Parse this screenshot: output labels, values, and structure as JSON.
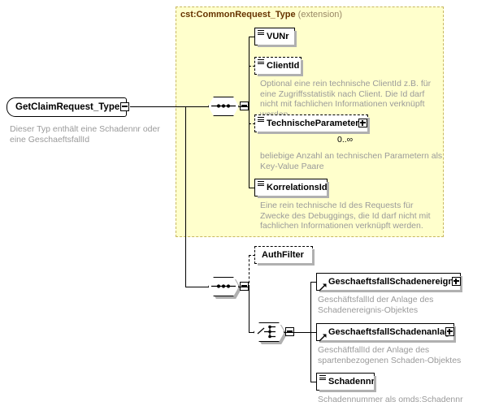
{
  "diagram": {
    "kind": "xsd-schema-diagram",
    "root": {
      "name": "GetClaimRequest_Type",
      "description": "Dieser Typ enthält eine Schadennr oder eine GeschaeftsfallId",
      "control": "collapse-minus"
    },
    "extension_group": {
      "name": "cst:CommonRequest_Type",
      "keyword": "(extension)",
      "background": "#ffffcc",
      "border": "#c8b860"
    },
    "compositors": [
      {
        "id": "seq-common",
        "type": "sequence",
        "control": "collapse-minus"
      },
      {
        "id": "seq-main",
        "type": "sequence",
        "control": "collapse-minus"
      },
      {
        "id": "choice-main",
        "type": "choice",
        "control": "collapse-minus"
      }
    ],
    "nodes": [
      {
        "id": "vunr",
        "label": "VUNr",
        "icon": "element-icon",
        "occurrence": "required",
        "border": "solid",
        "control": null,
        "cardinality": null,
        "description": null
      },
      {
        "id": "clientid",
        "label": "ClientId",
        "icon": "element-icon",
        "occurrence": "optional",
        "border": "dashed",
        "control": null,
        "cardinality": null,
        "description": "Optional eine rein technische ClientId z.B. für eine Zugriffsstatistik nach Client. Die Id darf nicht mit fachlichen Informationen verknüpft werden."
      },
      {
        "id": "technischeparameter",
        "label": "TechnischeParameter",
        "icon": "element-icon",
        "occurrence": "optional",
        "border": "dashed",
        "control": "expand-plus",
        "cardinality": "0..∞",
        "description": "beliebige Anzahl an technischen Parametern als Key-Value Paare"
      },
      {
        "id": "korrelationsid",
        "label": "KorrelationsId",
        "icon": "element-icon",
        "occurrence": "required",
        "border": "solid",
        "control": null,
        "cardinality": null,
        "description": "Eine rein technische Id des Requests für Zwecke des Debuggings, die Id darf nicht mit fachlichen Informationen verknüpft werden."
      },
      {
        "id": "authfilter",
        "label": "AuthFilter",
        "icon": "none",
        "occurrence": "optional",
        "border": "dashed",
        "control": null,
        "cardinality": null,
        "description": null
      },
      {
        "id": "geschaeftsfallschadenereignis",
        "label": "GeschaeftsfallSchadenereignis",
        "icon": "element-reference-icon",
        "occurrence": "required",
        "border": "solid",
        "control": "expand-plus",
        "cardinality": null,
        "description": "GeschäftsfallId der Anlage des Schadenereignis-Objektes"
      },
      {
        "id": "geschaeftsfallschadenanlage",
        "label": "GeschaeftsfallSchadenanlage",
        "icon": "element-reference-icon",
        "occurrence": "required",
        "border": "solid",
        "control": "expand-plus",
        "cardinality": null,
        "description": "GeschäftfallId der Anlage des spartenbezogenen Schaden-Objektes"
      },
      {
        "id": "schadennr",
        "label": "Schadennr",
        "icon": "element-icon",
        "occurrence": "required",
        "border": "solid",
        "control": null,
        "cardinality": null,
        "description": "Schadennummer als omds:Schadennr"
      }
    ],
    "colors": {
      "group_background": "#ffffcc",
      "group_border": "#c8b860",
      "group_label": "#663300",
      "node_border": "#000000",
      "node_background": "#ffffff",
      "description_text": "#9a9a9a",
      "shadow": "#b0b0b0"
    }
  }
}
